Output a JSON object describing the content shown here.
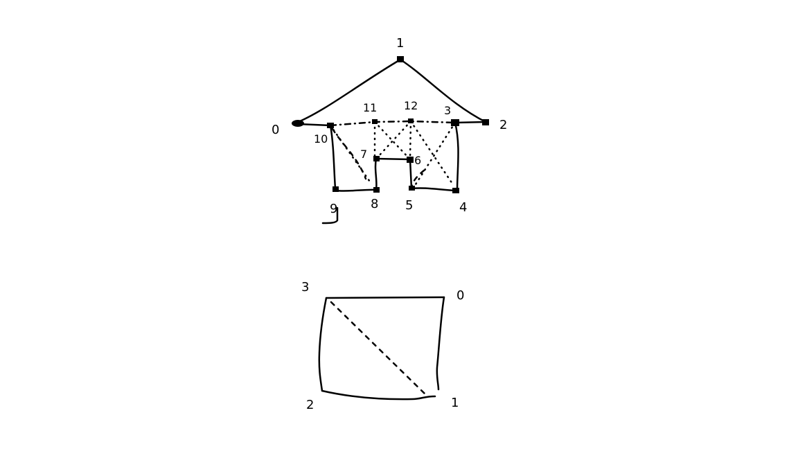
{
  "house_graph": {
    "vertex_labels": [
      "1",
      "0",
      "2",
      "11",
      "12",
      "3",
      "10",
      "7",
      "6",
      "9",
      "8",
      "5",
      "4"
    ]
  },
  "square_graph": {
    "vertex_labels": [
      "3",
      "0",
      "2",
      "1"
    ]
  },
  "colors": {
    "ink": "#000000",
    "background": "#ffffff"
  }
}
